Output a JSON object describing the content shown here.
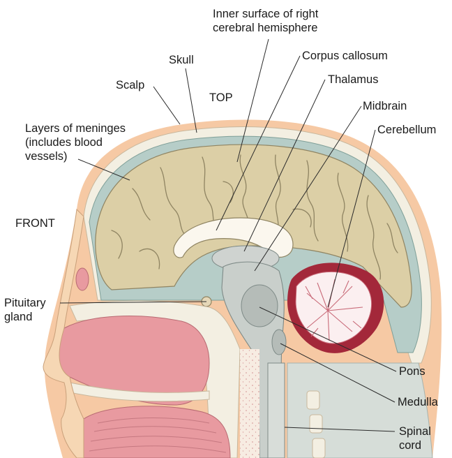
{
  "labels": {
    "inner_surface": [
      "Inner surface of right",
      "cerebral hemisphere"
    ],
    "corpus_callosum": "Corpus callosum",
    "thalamus": "Thalamus",
    "midbrain": "Midbrain",
    "cerebellum": "Cerebellum",
    "skull": "Skull",
    "scalp": "Scalp",
    "top": "TOP",
    "meninges": [
      "Layers of meninges",
      "(includes blood",
      "vessels)"
    ],
    "front": "FRONT",
    "pituitary": [
      "Pituitary",
      "gland"
    ],
    "pons": "Pons",
    "medulla": "Medulla",
    "spinal_cord": [
      "Spinal",
      "cord"
    ]
  },
  "colors": {
    "scalp": "#f6c9a4",
    "skull": "#f3efe2",
    "meninges": "#b6cdc8",
    "cerebrum": "#dccfa6",
    "sulci": "#8f8462",
    "brainstem": "#c9cfcb",
    "cerebellum_white": "#fbeff0",
    "cerebellum_outline": "#a3283a",
    "mucosa": "#e89aa0",
    "skin": "#f6d7b4",
    "leader": "#2a2a2a"
  }
}
